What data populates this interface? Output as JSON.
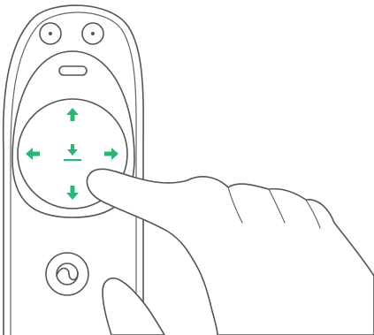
{
  "illustration": {
    "subject": "remote-control-dpad-press",
    "colors": {
      "outline": "#555555",
      "arrow_accent": "#2bb673",
      "background": "#ffffff"
    },
    "icons": {
      "dpad_directions": [
        "up",
        "down",
        "left",
        "right",
        "center-down"
      ],
      "bottom_button": "swirl-home-icon"
    }
  }
}
